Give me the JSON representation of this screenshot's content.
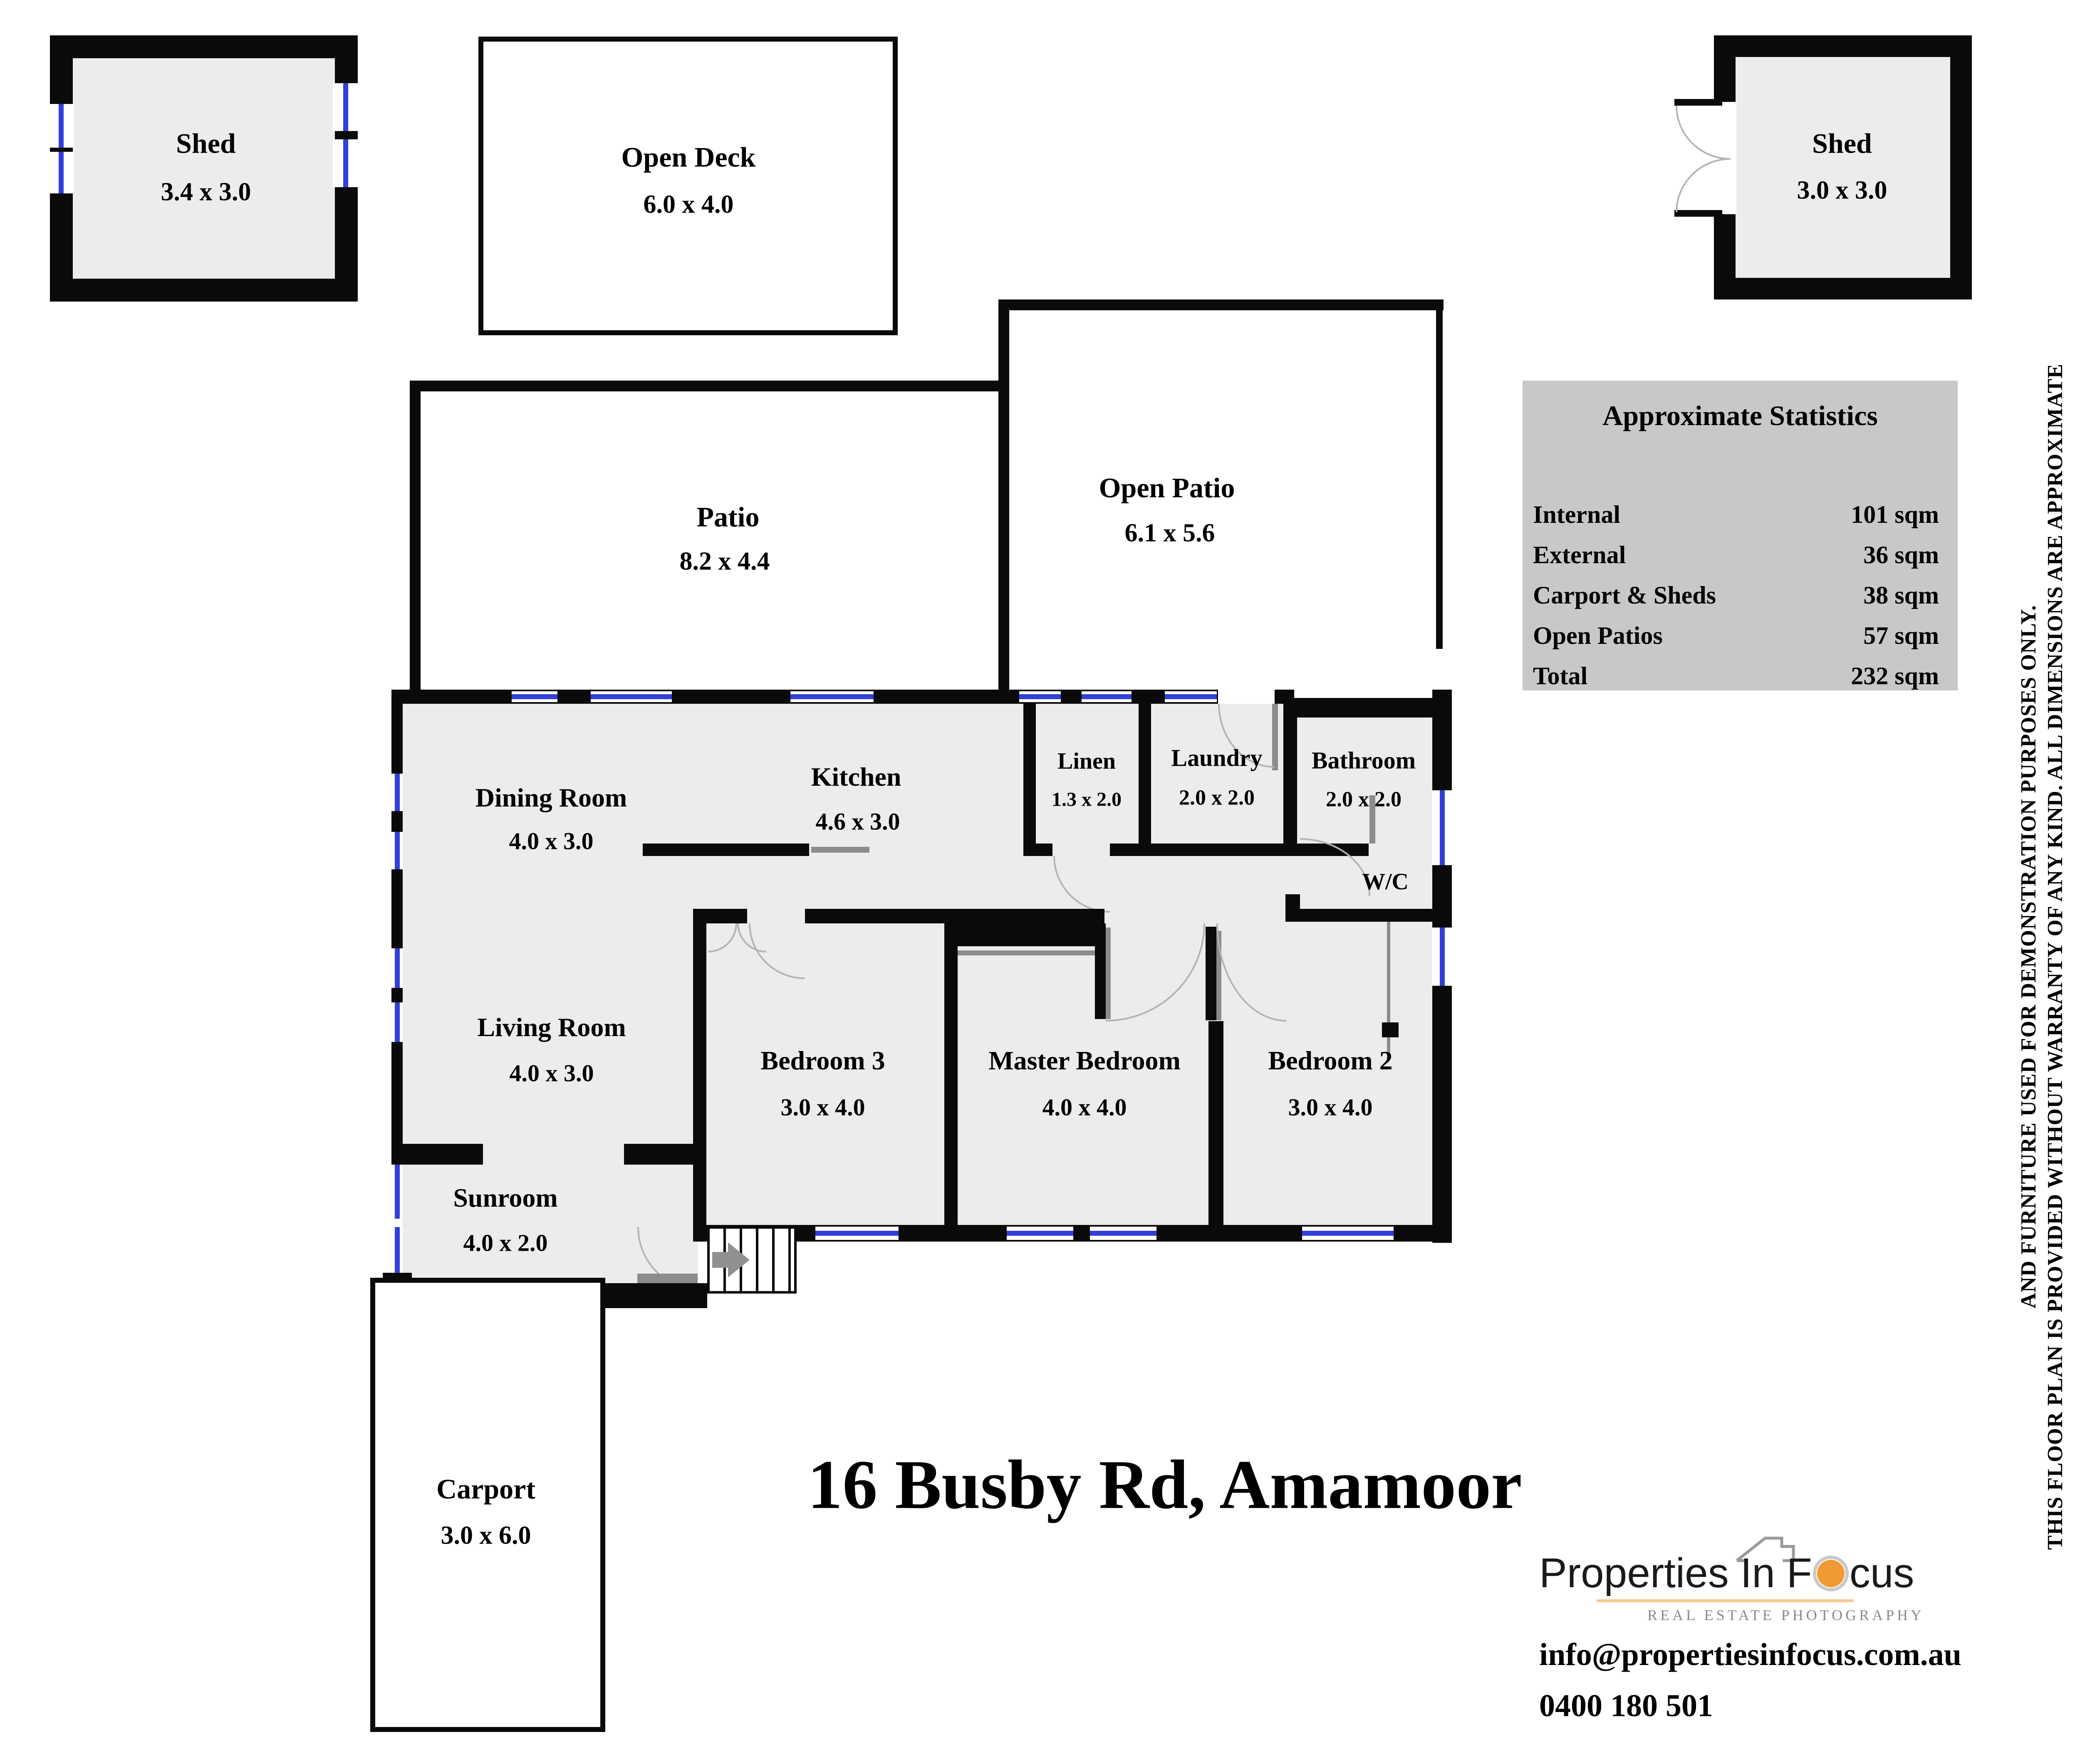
{
  "address": "16 Busby Rd, Amamoor",
  "outbuildings": {
    "shed_left": {
      "name": "Shed",
      "dims": "3.4 x 3.0"
    },
    "open_deck": {
      "name": "Open Deck",
      "dims": "6.0 x 4.0"
    },
    "shed_right": {
      "name": "Shed",
      "dims": "3.0 x 3.0"
    }
  },
  "areas": {
    "patio": {
      "name": "Patio",
      "dims": "8.2 x 4.4"
    },
    "open_patio": {
      "name": "Open Patio",
      "dims": "6.1 x 5.6"
    }
  },
  "rooms": {
    "dining": {
      "name": "Dining Room",
      "dims": "4.0 x 3.0"
    },
    "kitchen": {
      "name": "Kitchen",
      "dims": "4.6 x 3.0"
    },
    "linen": {
      "name": "Linen",
      "dims": "1.3 x 2.0"
    },
    "laundry": {
      "name": "Laundry",
      "dims": "2.0 x 2.0"
    },
    "bathroom": {
      "name": "Bathroom",
      "dims": "2.0 x 2.0"
    },
    "wc": {
      "name": "W/C"
    },
    "living": {
      "name": "Living Room",
      "dims": "4.0 x 3.0"
    },
    "bed3": {
      "name": "Bedroom 3",
      "dims": "3.0 x 4.0"
    },
    "master": {
      "name": "Master Bedroom",
      "dims": "4.0 x 4.0"
    },
    "bed2": {
      "name": "Bedroom 2",
      "dims": "3.0 x 4.0"
    },
    "sunroom": {
      "name": "Sunroom",
      "dims": "4.0 x 2.0"
    },
    "carport": {
      "name": "Carport",
      "dims": "3.0 x 6.0"
    }
  },
  "stats": {
    "title": "Approximate Statistics",
    "rows": [
      {
        "label": "Internal",
        "value": "101 sqm"
      },
      {
        "label": "External",
        "value": "36 sqm"
      },
      {
        "label": "Carport & Sheds",
        "value": "38 sqm"
      },
      {
        "label": "Open Patios",
        "value": "57 sqm"
      },
      {
        "label": "Total",
        "value": "232 sqm"
      }
    ]
  },
  "disclaimer": {
    "line1": "AND FURNITURE USED FOR DEMONSTRATION PURPOSES ONLY.",
    "line2": "THIS FLOOR PLAN IS PROVIDED WITHOUT WARRANTY OF ANY KIND. ALL DIMENSIONS ARE APPROXIMATE"
  },
  "brand": {
    "name_pre": "Properties In F",
    "name_post": "cus",
    "tagline": "REAL ESTATE PHOTOGRAPHY",
    "email": "info@propertiesinfocus.com.au",
    "phone": "0400 180 501"
  },
  "colors": {
    "wall": "#0a0a0a",
    "room_fill": "#ececec",
    "window_blue": "#3240d9",
    "stats_bg": "#c8c8c8",
    "logo_orange": "#f19a33",
    "logo_underline": "#f6c98f"
  }
}
